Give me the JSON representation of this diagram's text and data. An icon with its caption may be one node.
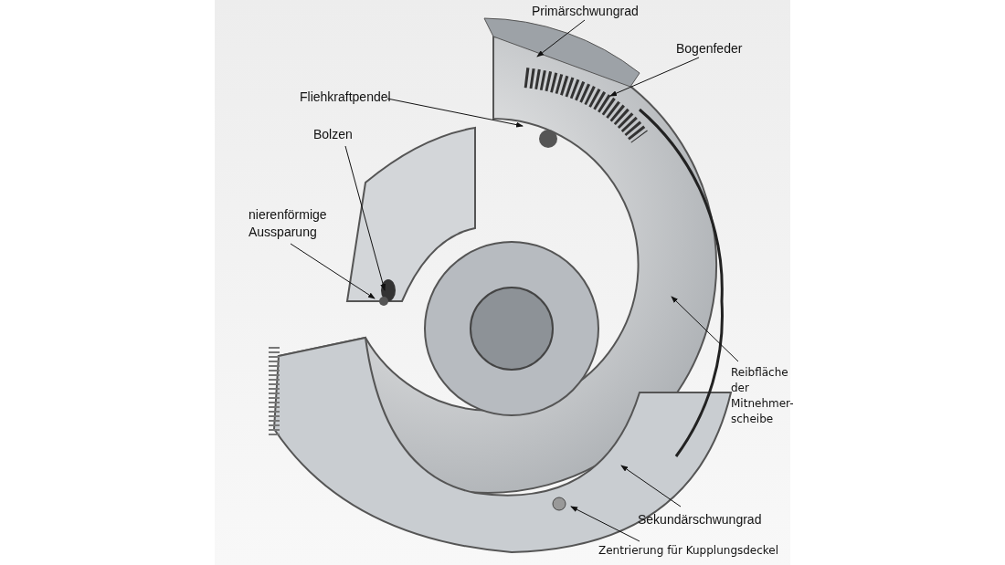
{
  "diagram": {
    "nodes": [
      {
        "text": [
          "Primärschwungrad"
        ]
      },
      {
        "text": [
          "Bogenfeder"
        ]
      },
      {
        "text": [
          "Fliehkraftpendel"
        ]
      },
      {
        "text": [
          "Bolzen"
        ]
      },
      {
        "text": [
          "nierenförmige Aussparung"
        ]
      },
      {
        "text": [
          "Reibfläche der Mitnehmer- scheibe"
        ]
      },
      {
        "text": [
          "Sekundärschwungrad"
        ]
      },
      {
        "text": [
          "Zentrierung für Kupplungsdeckel"
        ]
      }
    ],
    "edges": [
      {
        "from": 0,
        "to": null,
        "arrow": "to"
      },
      {
        "from": 1,
        "to": null,
        "arrow": "to"
      },
      {
        "from": 2,
        "to": null,
        "arrow": "to"
      },
      {
        "from": 3,
        "to": null,
        "arrow": "to"
      },
      {
        "from": 4,
        "to": null,
        "arrow": "to"
      },
      {
        "from": 5,
        "to": null,
        "arrow": "to"
      },
      {
        "from": 6,
        "to": null,
        "arrow": "to"
      },
      {
        "from": 7,
        "to": null,
        "arrow": "to"
      }
    ]
  }
}
